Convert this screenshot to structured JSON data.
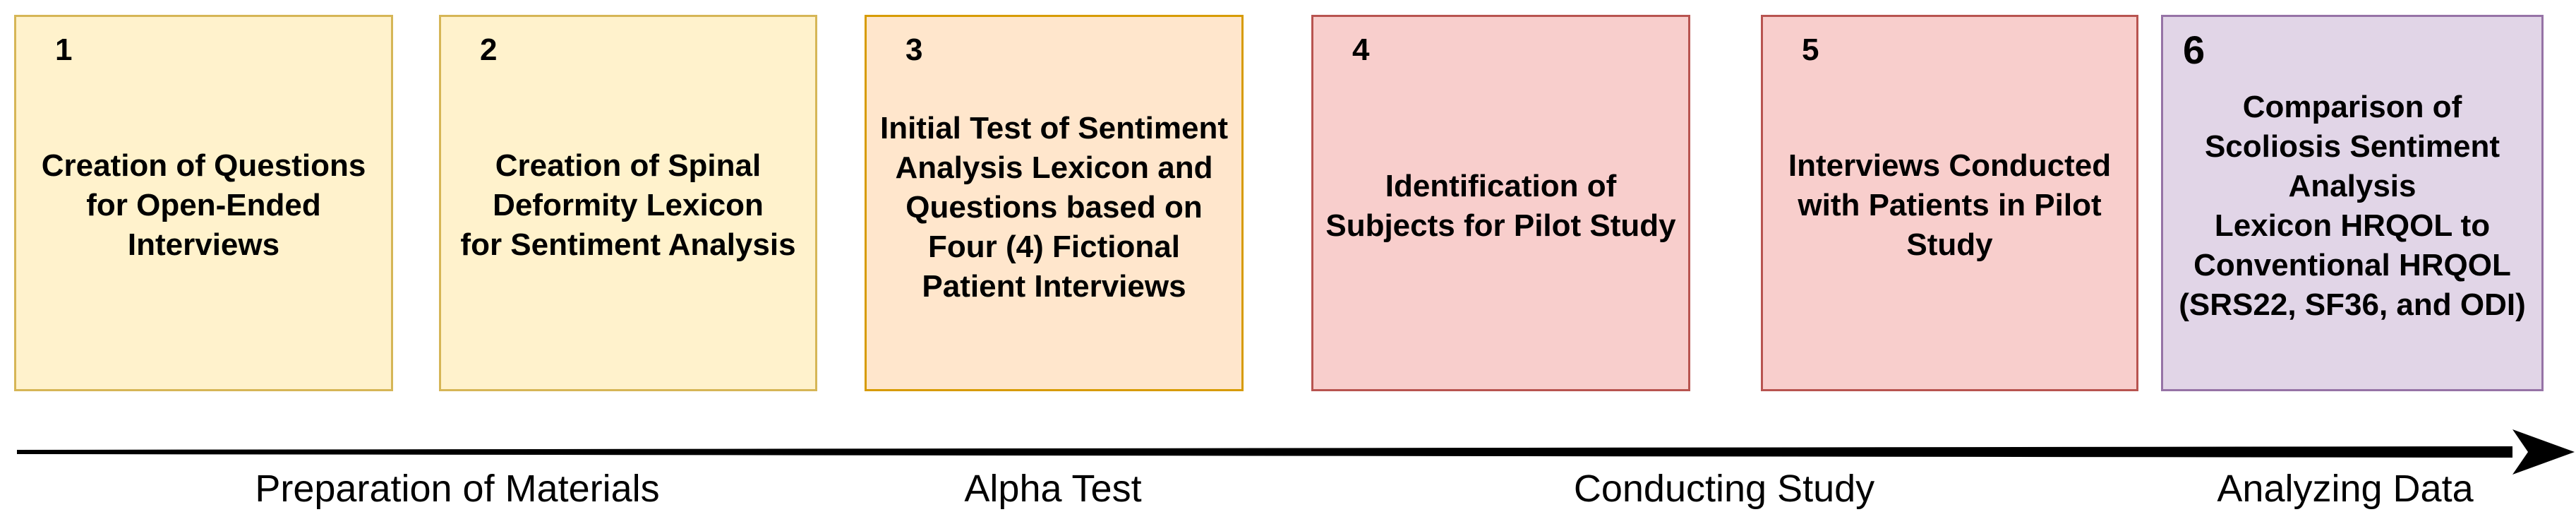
{
  "steps": [
    {
      "number": "1",
      "label": "Creation of Questions\nfor Open-Ended\nInterviews",
      "fill": "#fff2cc",
      "border": "#d6b656"
    },
    {
      "number": "2",
      "label": "Creation of Spinal\nDeformity Lexicon\nfor Sentiment Analysis",
      "fill": "#fff2cc",
      "border": "#d6b656"
    },
    {
      "number": "3",
      "label": "Initial Test of Sentiment\nAnalysis Lexicon and\nQuestions based on\nFour (4) Fictional\nPatient Interviews",
      "fill": "#ffe6cc",
      "border": "#d79b00"
    },
    {
      "number": "4",
      "label": "Identification of\nSubjects for Pilot Study",
      "fill": "#f8cecc",
      "border": "#b85450"
    },
    {
      "number": "5",
      "label": "Interviews Conducted\nwith Patients in Pilot\nStudy",
      "fill": "#f8cecc",
      "border": "#b85450"
    },
    {
      "number": "6",
      "label": "Comparison of\nScoliosis Sentiment\nAnalysis\nLexicon HRQOL to\nConventional HRQOL\n(SRS22, SF36, and ODI)",
      "fill": "#e1d5e7",
      "border": "#9673a6"
    }
  ],
  "phases": [
    "Preparation of Materials",
    "Alpha Test",
    "Conducting Study",
    "Analyzing Data"
  ],
  "arrow_color": "#000000"
}
